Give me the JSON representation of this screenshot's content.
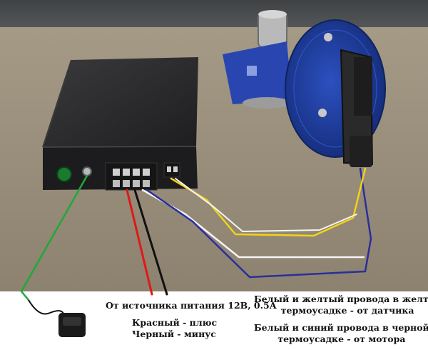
{
  "captions": {
    "power_source": "От источника питания 12В, 0.5А",
    "red_plus": "Красный - плюс",
    "black_minus": "Черный - минус",
    "sensor_line1": "Белый и желтый провода в желтой",
    "sensor_line2": "термоусадке - от датчика",
    "motor_line1": "Белый и синий провода в черной",
    "motor_line2": "термоусадке - от мотора"
  },
  "colors": {
    "wall": "#4a4c4e",
    "table": "#9a8f7c",
    "box": "#2a2a2c",
    "disc_blue": "#1f3f9a",
    "gearbox_blue": "#2946b0",
    "wire_red": "#e01818",
    "wire_black": "#111111",
    "wire_yellow": "#f2d21a",
    "wire_white": "#f4f4f4",
    "wire_blue": "#2a2f9a",
    "wire_green": "#1fa83a"
  }
}
